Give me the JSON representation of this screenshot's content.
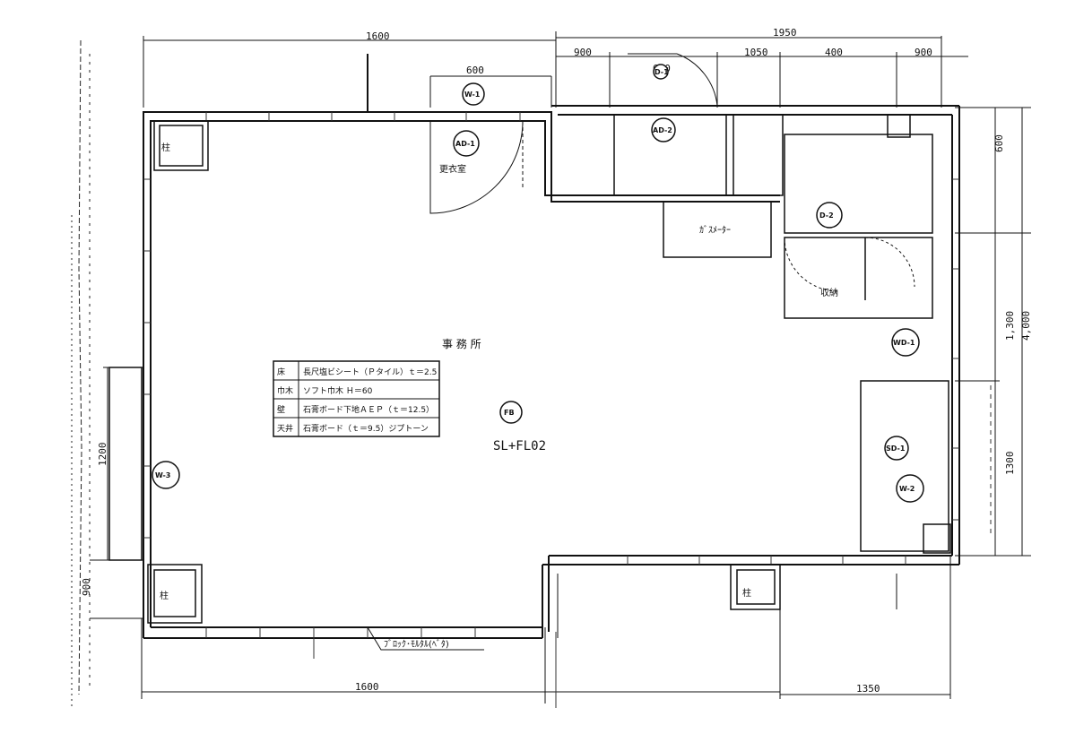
{
  "dimensions": {
    "top_left": "1600",
    "top_right": "1950",
    "top_a": "600",
    "top_b": "600",
    "top_c": "900",
    "top_d": "1050",
    "top_e": "400",
    "top_f": "900",
    "bottom_left": "1600",
    "bottom_right": "1350",
    "right_a": "600",
    "right_b": "1,300",
    "right_c": "4,000",
    "right_d": "1300",
    "left_a": "1200",
    "left_b": "900"
  },
  "labels": {
    "room_name": "事 務 所",
    "floor_level": "SL+FL02",
    "bottom_note": "ﾌﾞﾛｯｸ･ﾓﾙﾀﾙ(ﾍﾞﾀ)",
    "small_note": "ｶﾞｽﾒｰﾀｰ",
    "room_label_top": "更衣室",
    "closet_label": "収納"
  },
  "finish_table": {
    "rows": [
      {
        "key": "床",
        "value": "長尺塩ビシート（Ｐタイル）ｔ＝2.5"
      },
      {
        "key": "巾木",
        "value": "ソフト巾木 Ｈ＝60"
      },
      {
        "key": "壁",
        "value": "石膏ボード下地ＡＥＰ（ｔ＝12.5）"
      },
      {
        "key": "天井",
        "value": "石膏ボード（ｔ＝9.5）ジプトーン"
      }
    ]
  },
  "bubbles": [
    "W-1",
    "AD-1",
    "AD-2",
    "D-1",
    "D-2",
    "WD-1",
    "SD-1",
    "W-2",
    "W-3",
    "FB"
  ]
}
